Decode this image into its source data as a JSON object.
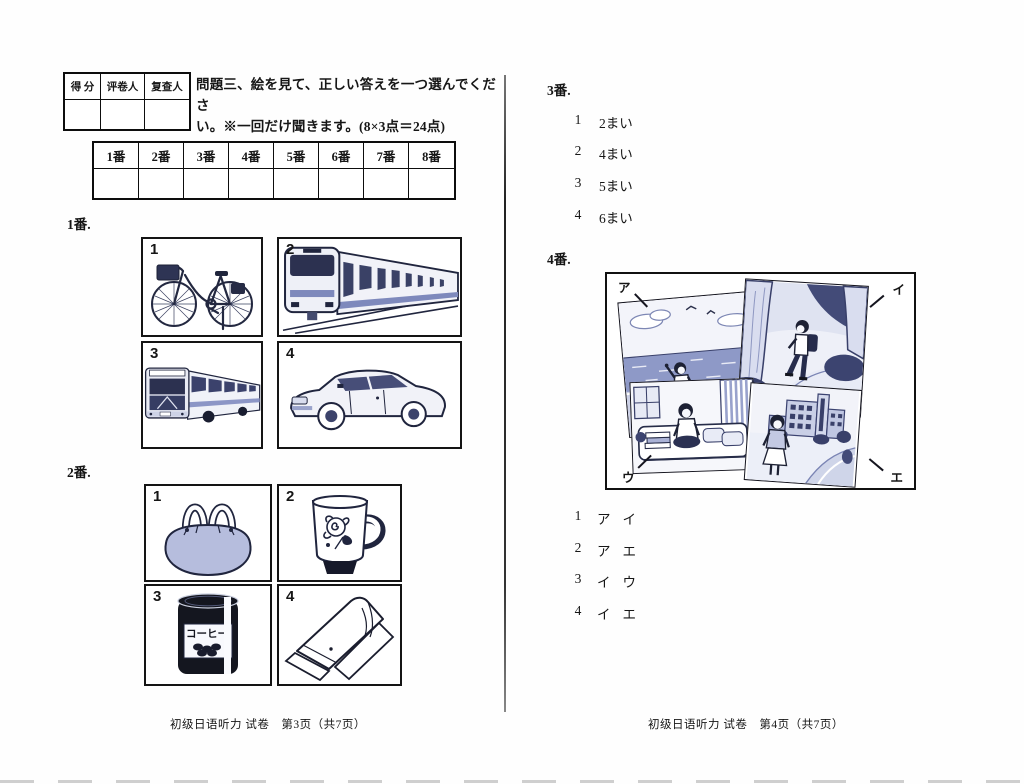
{
  "doc": {
    "left": {
      "score_table": {
        "c1": "得 分",
        "c2": "评卷人",
        "c3": "复查人"
      },
      "instr1": "問題三、絵を見て、正しい答えを一つ選んでくださ",
      "instr2": "い。※一回だけ聞きます。(8×3点＝24点)",
      "grid": [
        "1番",
        "2番",
        "3番",
        "4番",
        "5番",
        "6番",
        "7番",
        "8番"
      ],
      "q1": {
        "label": "1番.",
        "n1": "1",
        "n2": "2",
        "n3": "3",
        "n4": "4"
      },
      "q2": {
        "label": "2番.",
        "n1": "1",
        "n2": "2",
        "n3": "3",
        "n4": "4",
        "jar": "コーヒー"
      },
      "footer": "初级日语听力 试卷　第3页（共7页）"
    },
    "right": {
      "q3": {
        "label": "3番.",
        "o1n": "1",
        "o1": "2まい",
        "o2n": "2",
        "o2": "4まい",
        "o3n": "3",
        "o3": "5まい",
        "o4n": "4",
        "o4": "6まい"
      },
      "q4": {
        "label": "4番.",
        "la": "ア",
        "lb": "イ",
        "lc": "ウ",
        "ld": "エ",
        "o1n": "1",
        "o1a": "ア",
        "o1b": "イ",
        "o2n": "2",
        "o2a": "ア",
        "o2b": "エ",
        "o3n": "3",
        "o3a": "イ",
        "o3b": "ウ",
        "o4n": "4",
        "o4a": "イ",
        "o4b": "エ"
      },
      "footer": "初级日语听力 试卷　第4页（共7页）"
    }
  }
}
